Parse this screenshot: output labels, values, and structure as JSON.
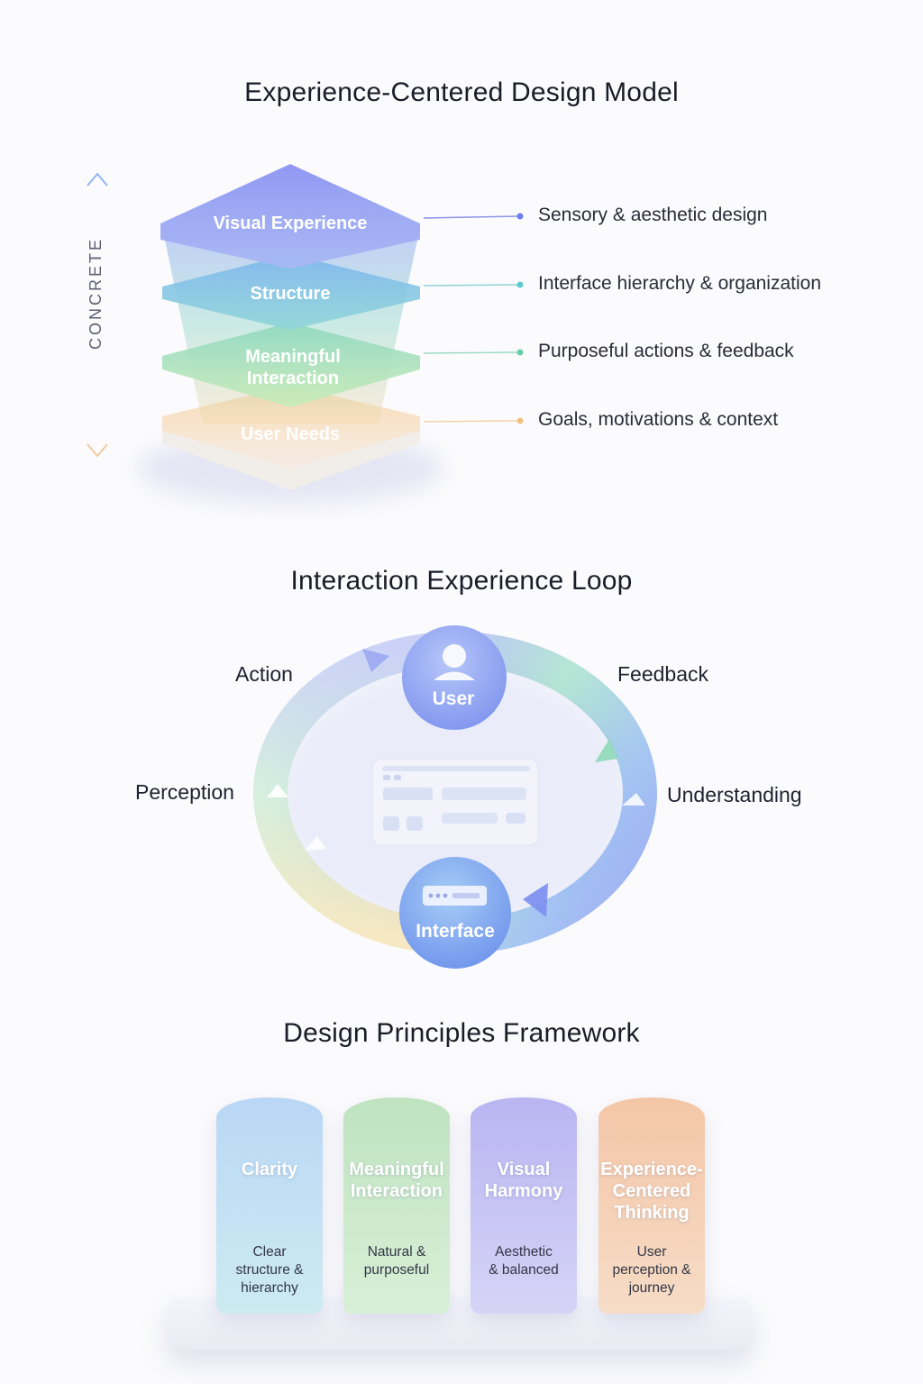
{
  "model": {
    "title": "Experience-Centered Design Model",
    "axis_label": "CONCRETE",
    "layers": [
      {
        "label": "Visual Experience",
        "description": "Sensory & aesthetic design",
        "dot_color": "#6b7ff0"
      },
      {
        "label": "Structure",
        "description": "Interface hierarchy & organization",
        "dot_color": "#5ecbd0"
      },
      {
        "label": "Meaningful Interaction",
        "description": "Purposeful actions & feedback",
        "dot_color": "#66cfa6"
      },
      {
        "label": "User Needs",
        "description": "Goals, motivations & context",
        "dot_color": "#f2c27e"
      }
    ]
  },
  "loop": {
    "title": "Interaction Experience Loop",
    "nodes": {
      "user": "User",
      "interface": "Interface"
    },
    "stages": {
      "action": "Action",
      "feedback": "Feedback",
      "perception": "Perception",
      "understanding": "Understanding"
    },
    "icons": [
      "user-icon",
      "interface-card-icon",
      "screen-mockup-icon"
    ]
  },
  "principles": {
    "title": "Design Principles Framework",
    "pillars": [
      {
        "title_lines": [
          "Clarity"
        ],
        "desc_lines": [
          "Clear",
          "structure &",
          "hierarchy"
        ],
        "color_top": "#b9d7f5",
        "color_bottom": "#cdebf1"
      },
      {
        "title_lines": [
          "Meaningful",
          "Interaction"
        ],
        "desc_lines": [
          "Natural &",
          "purposeful"
        ],
        "color_top": "#bfe3c0",
        "color_bottom": "#d8efd7"
      },
      {
        "title_lines": [
          "Visual",
          "Harmony"
        ],
        "desc_lines": [
          "Aesthetic",
          "& balanced"
        ],
        "color_top": "#b9b5f2",
        "color_bottom": "#d5d4f6"
      },
      {
        "title_lines": [
          "Experience-",
          "Centered",
          "Thinking"
        ],
        "desc_lines": [
          "User",
          "perception &",
          "journey"
        ],
        "color_top": "#f4c6a7",
        "color_bottom": "#f6dcc6"
      }
    ]
  }
}
